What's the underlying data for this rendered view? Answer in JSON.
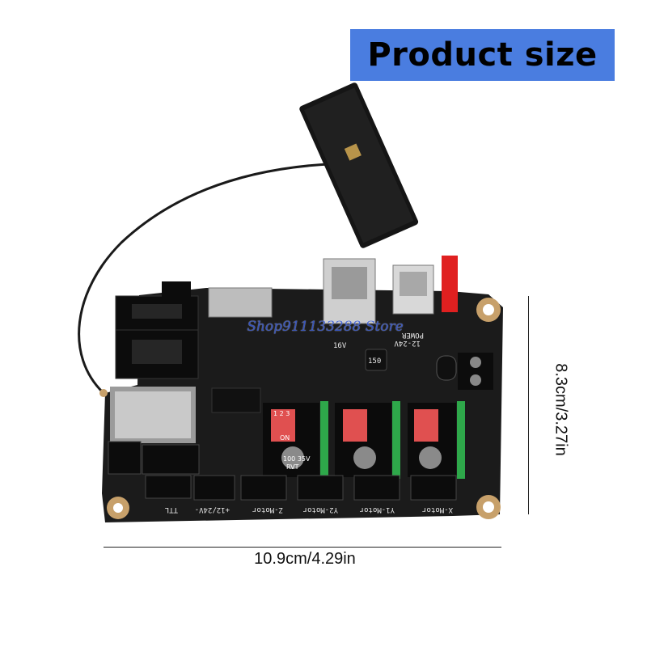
{
  "banner": {
    "title": "Product size",
    "background": "#4a7de0",
    "text_color": "#000000"
  },
  "dimensions": {
    "width_label": "10.9cm/4.29in",
    "height_label": "8.3cm/3.27in"
  },
  "board": {
    "silkscreen": {
      "connector_1": "+12/24V-",
      "connector_2": "Z-Motor",
      "connector_3": "Y2-Motor",
      "connector_4": "Y1-Motor",
      "connector_5": "X-Motor",
      "power": "POWER",
      "voltage": "12-24V",
      "serial": "TTL",
      "switch_on": "ON",
      "dip_numbers": "1 2 3",
      "cap_left": "100 35V",
      "cap_left_2": "RVT",
      "cap_top": "16V",
      "inductor": "150"
    }
  },
  "watermark": {
    "text": "Shop911133288 Store"
  }
}
